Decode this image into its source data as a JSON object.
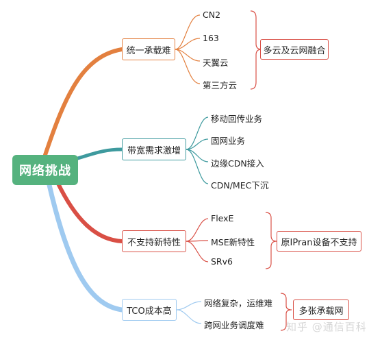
{
  "root": {
    "label": "网络挑战",
    "color": "#55b27e"
  },
  "branches": [
    {
      "label": "统一承载难",
      "color": "#e3803f",
      "leaves": [
        "CN2",
        "163",
        "天翼云",
        "第三方云"
      ],
      "note": "多云及云网融合"
    },
    {
      "label": "带宽需求激增",
      "color": "#3e9a9e",
      "leaves": [
        "移动回传业务",
        "固网业务",
        "边缘CDN接入",
        "CDN/MEC下沉"
      ],
      "note": ""
    },
    {
      "label": "不支持新特性",
      "color": "#d94f45",
      "leaves": [
        "FlexE",
        "MSE新特性",
        "SRv6"
      ],
      "note": "原IPran设备不支持"
    },
    {
      "label": "TCO成本高",
      "color": "#9fcaf0",
      "leaves": [
        "网络复杂，运维难",
        "跨网业务调度难"
      ],
      "note": "多张承载网"
    }
  ],
  "watermark": "知乎 @通信百科"
}
